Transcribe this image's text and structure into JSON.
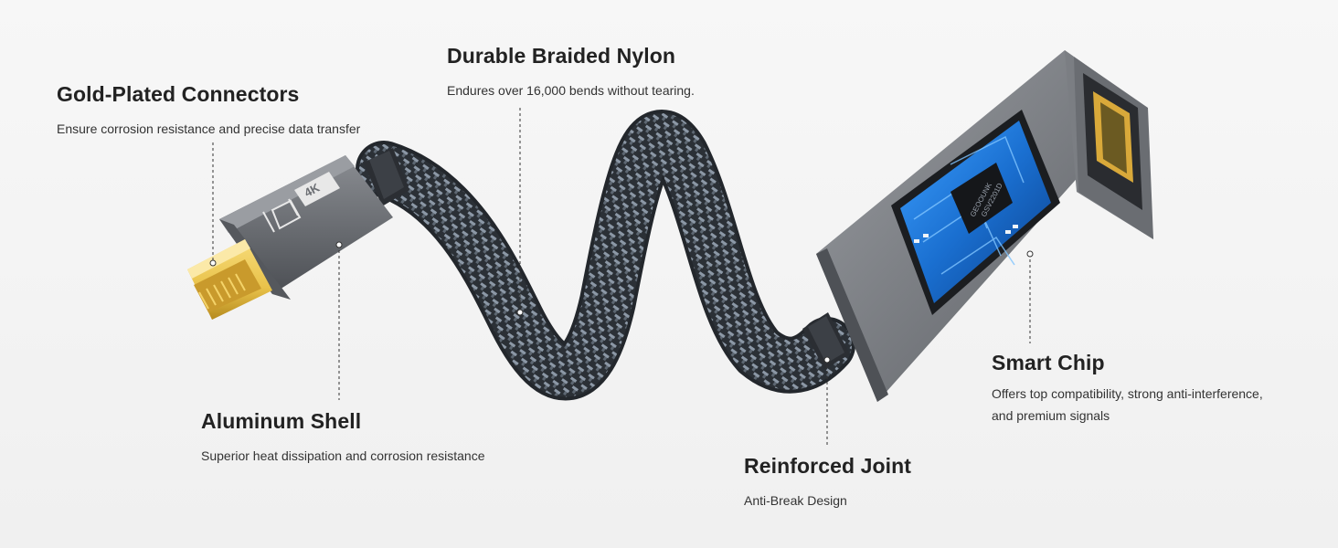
{
  "features": {
    "gold_plated": {
      "title": "Gold-Plated Connectors",
      "desc": "Ensure corrosion resistance and precise data transfer"
    },
    "braided_nylon": {
      "title": "Durable Braided Nylon",
      "desc": "Endures over 16,000 bends without tearing."
    },
    "aluminum_shell": {
      "title": "Aluminum Shell",
      "desc": "Superior heat dissipation and corrosion resistance"
    },
    "smart_chip": {
      "title": "Smart Chip",
      "desc_line1": "Offers top compatibility, strong anti-interference,",
      "desc_line2": "and premium signals"
    },
    "reinforced_joint": {
      "title": "Reinforced Joint",
      "desc": "Anti-Break Design"
    }
  },
  "product": {
    "badge": "4K",
    "chip_text_line1": "GEOOUNK",
    "chip_text_line2": "GSV2201D"
  },
  "colors": {
    "background": "#f3f3f3",
    "title_text": "#222222",
    "desc_text": "#333333",
    "aluminum": "#6b6e73",
    "braid_dark": "#2b3036",
    "braid_light": "#8c98a6",
    "gold": "#e9c24a",
    "chip_blue": "#1a6fd0"
  },
  "icons": {
    "displayport": "mini-displayport-icon"
  }
}
